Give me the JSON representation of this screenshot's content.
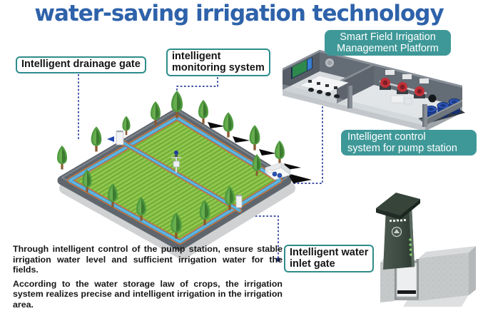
{
  "title": "water-saving irrigation technology",
  "labels": {
    "platform": {
      "line1": "Smart Field Irrigation",
      "line2": "Management Platform"
    },
    "drainage": {
      "line1": "Intelligent drainage gate"
    },
    "monitoring": {
      "line1": "intelligent",
      "line2": "monitoring system"
    },
    "pump_control": {
      "line1": "Intelligent control",
      "line2": "system for pump station"
    },
    "inlet": {
      "line1": "Intelligent water",
      "line2": "inlet gate"
    }
  },
  "description": {
    "para1": "Through intelligent control of the pump station, ensure stable irrigation water level and sufficient irrigation water for the fields.",
    "para2": "According to the water storage law of crops, the irrigation system realizes precise and intelligent irrigation in the irrigation area."
  },
  "colors": {
    "title_blue": "#2e62aa",
    "teal": "#3f9898",
    "teal_border": "#2e8c8c",
    "connector": "#283a9b",
    "text": "#171717"
  }
}
